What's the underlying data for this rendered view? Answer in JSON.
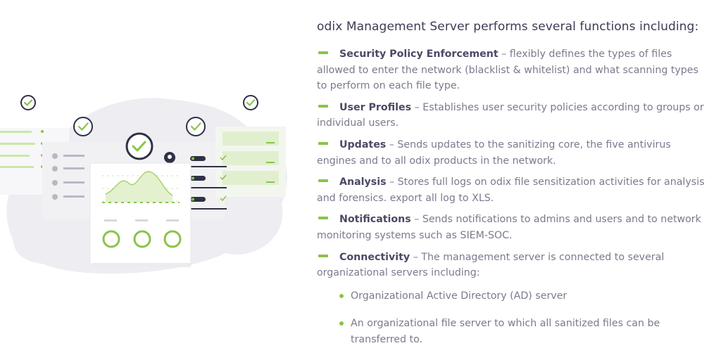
{
  "heading": "odix Management Server performs several functions including:",
  "functions": [
    {
      "term": "Security Policy Enforcement",
      "desc": " – flexibly defines the types of files allowed to enter the network (blacklist & whitelist) and what scanning types to perform on each file type."
    },
    {
      "term": "User Profiles",
      "desc": " – Establishes user security policies according to groups or individual users."
    },
    {
      "term": "Updates",
      "desc": " – Sends updates to the sanitizing core, the five antivirus engines and to all odix products in the network."
    },
    {
      "term": "Analysis",
      "desc": " – Stores full logs on odix file sensitization activities for analysis and forensics. export all log to XLS."
    },
    {
      "term": "Notifications",
      "desc": " – Sends notifications to admins and users and to network monitoring systems such as SIEM-SOC."
    },
    {
      "term": "Connectivity",
      "desc": " – The management server is connected to several organizational servers including:"
    }
  ],
  "servers": [
    "Organizational Active Directory (AD) server",
    "An organizational file server to which all sanitized files can be transferred to."
  ],
  "colors": {
    "accent": "#8bc34a",
    "heading": "#3c3c55",
    "text": "#7a7a8e",
    "navy": "#2f3145"
  },
  "illustration_icons": [
    "check-circle-icon",
    "dashboard-chart-icon",
    "donut-gauge-icon",
    "toggle-switch-icon",
    "user-avatar-icon"
  ]
}
